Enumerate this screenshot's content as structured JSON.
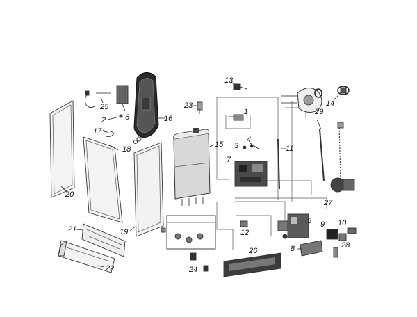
{
  "diagram": {
    "background": "#ffffff",
    "colors": {
      "line": "#222222",
      "panel_fill": "#f2f2f2",
      "panel_dark": "#cfcfcf",
      "tank_fill": "#dcdcdc",
      "vessel_fill": "#2a2a2a"
    },
    "callouts": [
      {
        "id": "p1",
        "label": "1"
      },
      {
        "id": "p2",
        "label": "2"
      },
      {
        "id": "p3",
        "label": "3"
      },
      {
        "id": "p4",
        "label": "4"
      },
      {
        "id": "p5",
        "label": "5"
      },
      {
        "id": "p6",
        "label": "6"
      },
      {
        "id": "p7",
        "label": "7"
      },
      {
        "id": "p8",
        "label": "8"
      },
      {
        "id": "p9",
        "label": "9"
      },
      {
        "id": "p10",
        "label": "10"
      },
      {
        "id": "p11",
        "label": "11"
      },
      {
        "id": "p12",
        "label": "12"
      },
      {
        "id": "p13",
        "label": "13"
      },
      {
        "id": "p14",
        "label": "14"
      },
      {
        "id": "p15",
        "label": "15"
      },
      {
        "id": "p16",
        "label": "16"
      },
      {
        "id": "p17",
        "label": "17"
      },
      {
        "id": "p18",
        "label": "18"
      },
      {
        "id": "p19",
        "label": "19"
      },
      {
        "id": "p20",
        "label": "20"
      },
      {
        "id": "p21",
        "label": "21"
      },
      {
        "id": "p22",
        "label": "22"
      },
      {
        "id": "p23",
        "label": "23"
      },
      {
        "id": "p24",
        "label": "24"
      },
      {
        "id": "p25",
        "label": "25"
      },
      {
        "id": "p26",
        "label": "26"
      },
      {
        "id": "p27",
        "label": "27"
      },
      {
        "id": "p28",
        "label": "28"
      },
      {
        "id": "p29",
        "label": "29"
      }
    ]
  }
}
